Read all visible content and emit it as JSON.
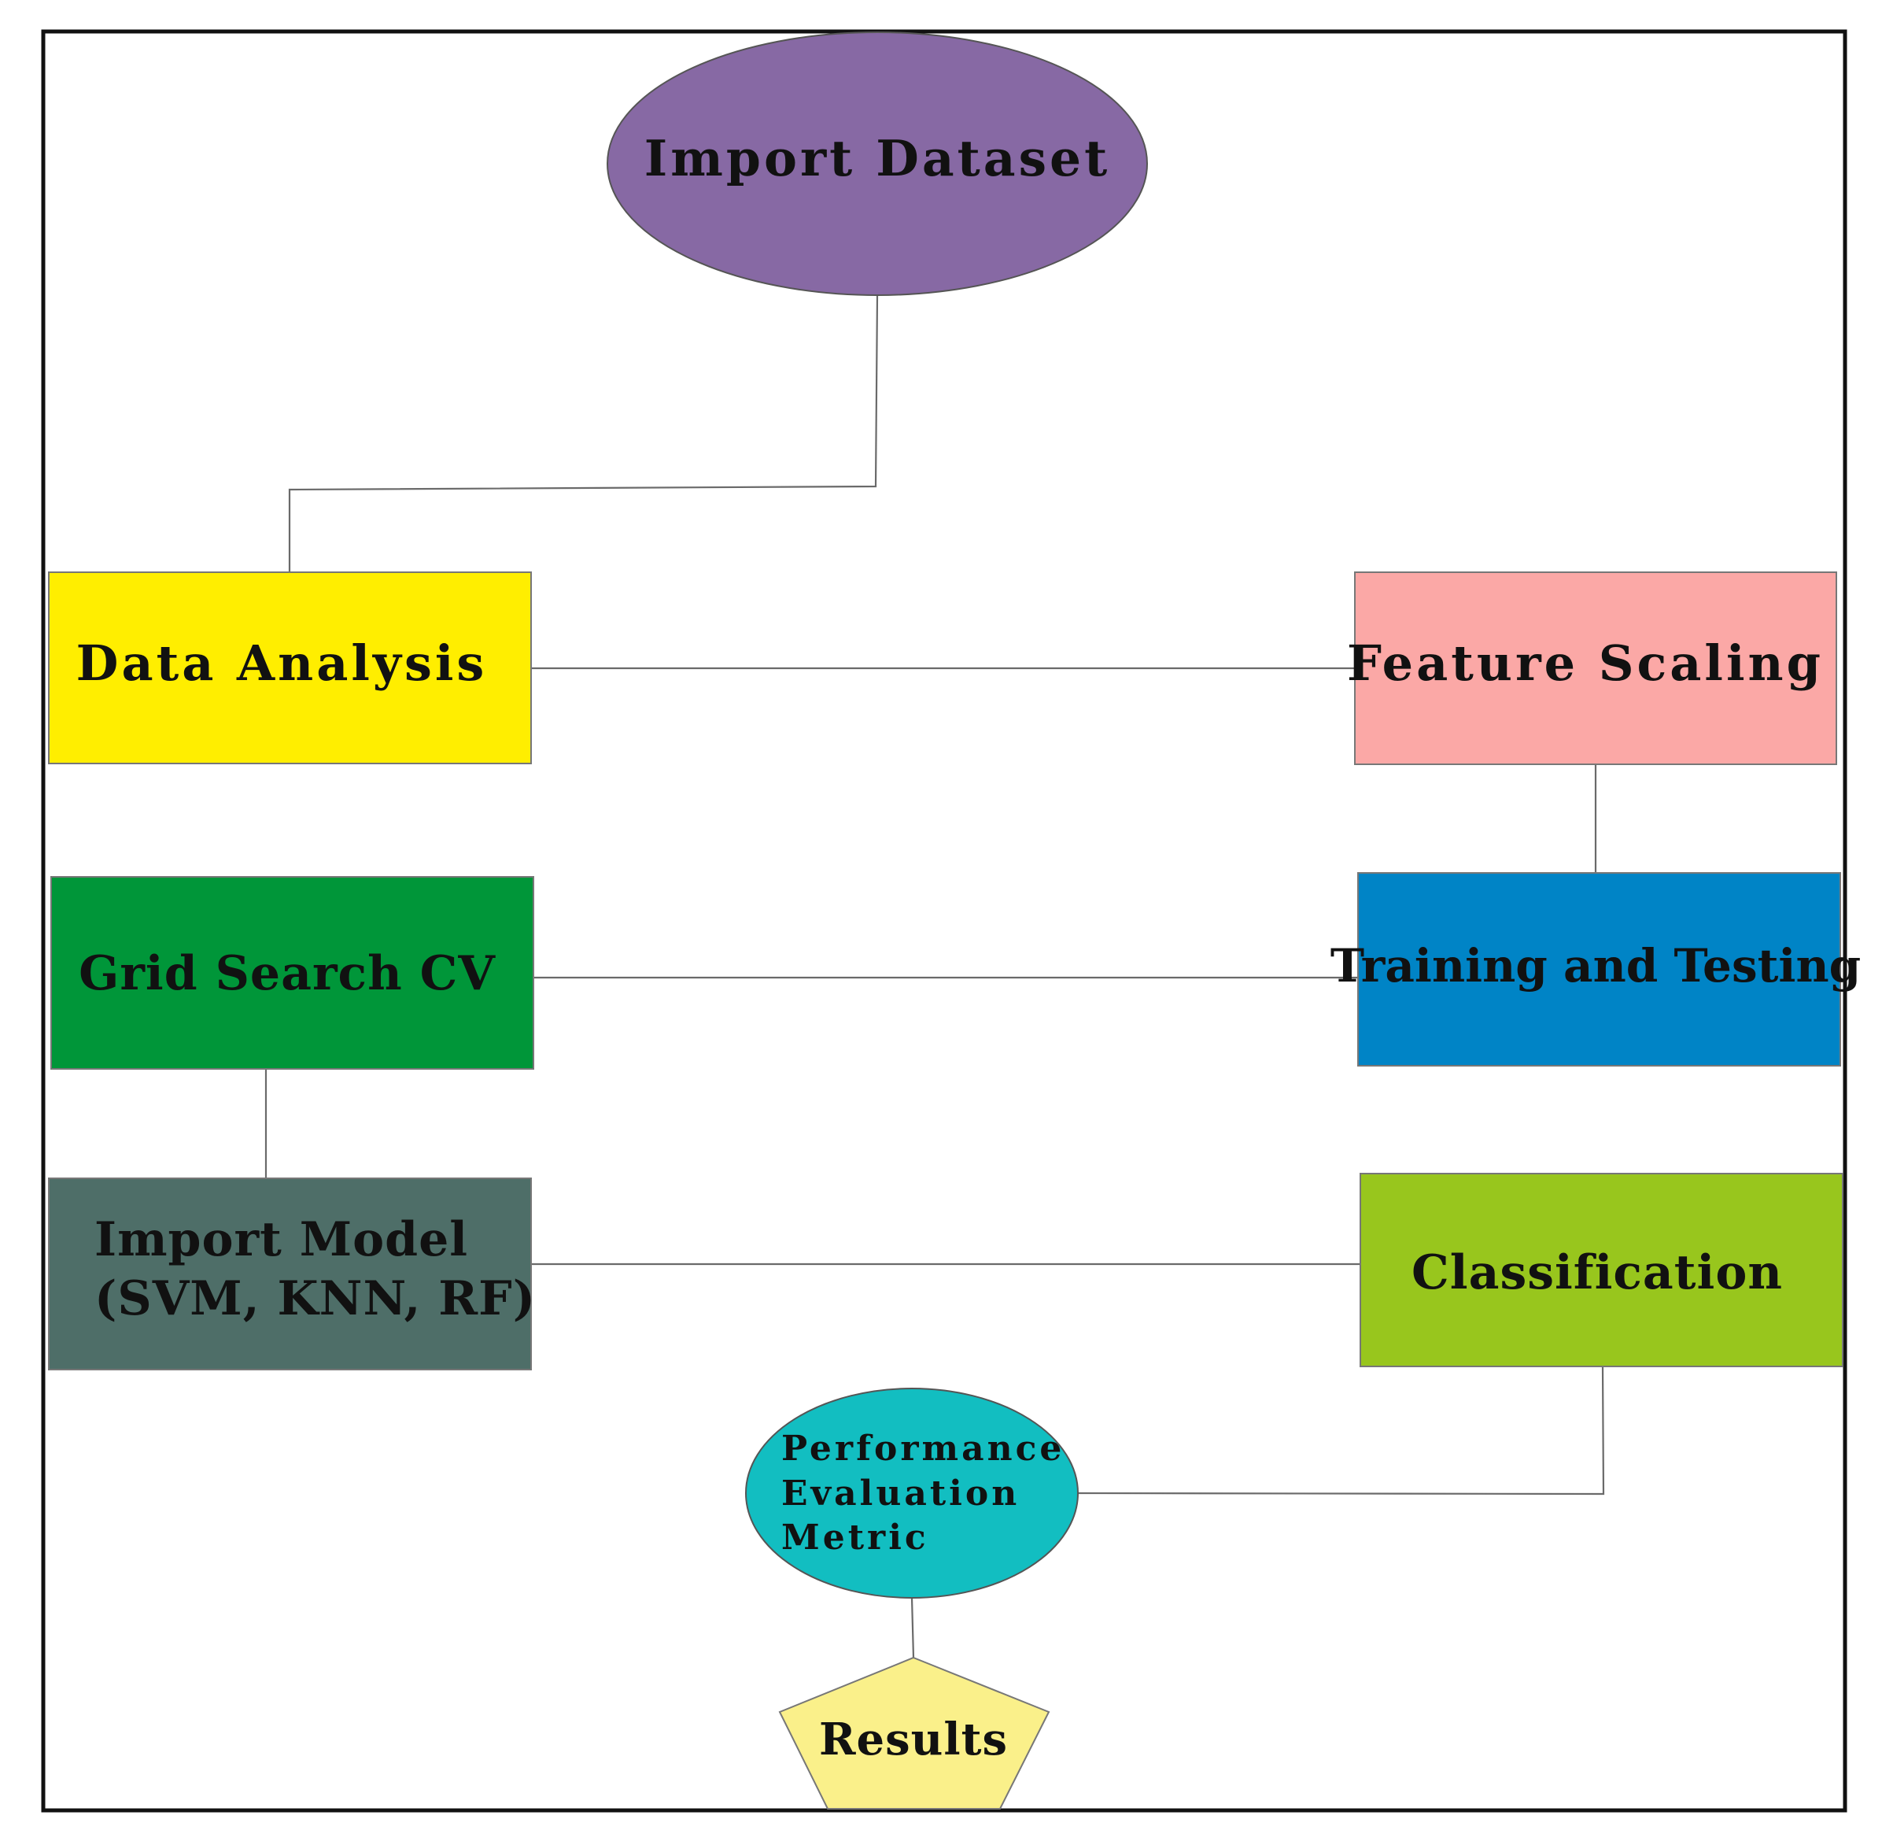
{
  "nodes": {
    "import_dataset": {
      "label": "Import Dataset",
      "color": "#8769a4",
      "shape": "ellipse"
    },
    "data_analysis": {
      "label": "Data Analysis",
      "color": "#ffee00",
      "shape": "rectangle"
    },
    "feature_scaling": {
      "label": "Feature Scaling",
      "color": "#fba8a6",
      "shape": "rectangle"
    },
    "grid_search_cv": {
      "label": "Grid Search CV",
      "color": "#009639",
      "shape": "rectangle"
    },
    "training_testing": {
      "label": "Training and Testing",
      "color": "#0084c6",
      "shape": "rectangle"
    },
    "import_model": {
      "line1": "Import Model",
      "line2": "(SVM, KNN, RF)",
      "color": "#4e6e68",
      "shape": "rectangle"
    },
    "classification": {
      "label": "Classification",
      "color": "#98c61d",
      "shape": "rectangle"
    },
    "performance": {
      "line1": "Performance",
      "line2": "Evaluation",
      "line3": "Metric",
      "color": "#12bec1",
      "shape": "ellipse"
    },
    "results": {
      "label": "Results",
      "color": "#faf08a",
      "shape": "pentagon"
    }
  },
  "edges": [
    [
      "import_dataset",
      "data_analysis"
    ],
    [
      "data_analysis",
      "feature_scaling"
    ],
    [
      "feature_scaling",
      "training_testing"
    ],
    [
      "training_testing",
      "grid_search_cv"
    ],
    [
      "grid_search_cv",
      "import_model"
    ],
    [
      "import_model",
      "classification"
    ],
    [
      "classification",
      "performance"
    ],
    [
      "performance",
      "results"
    ]
  ]
}
